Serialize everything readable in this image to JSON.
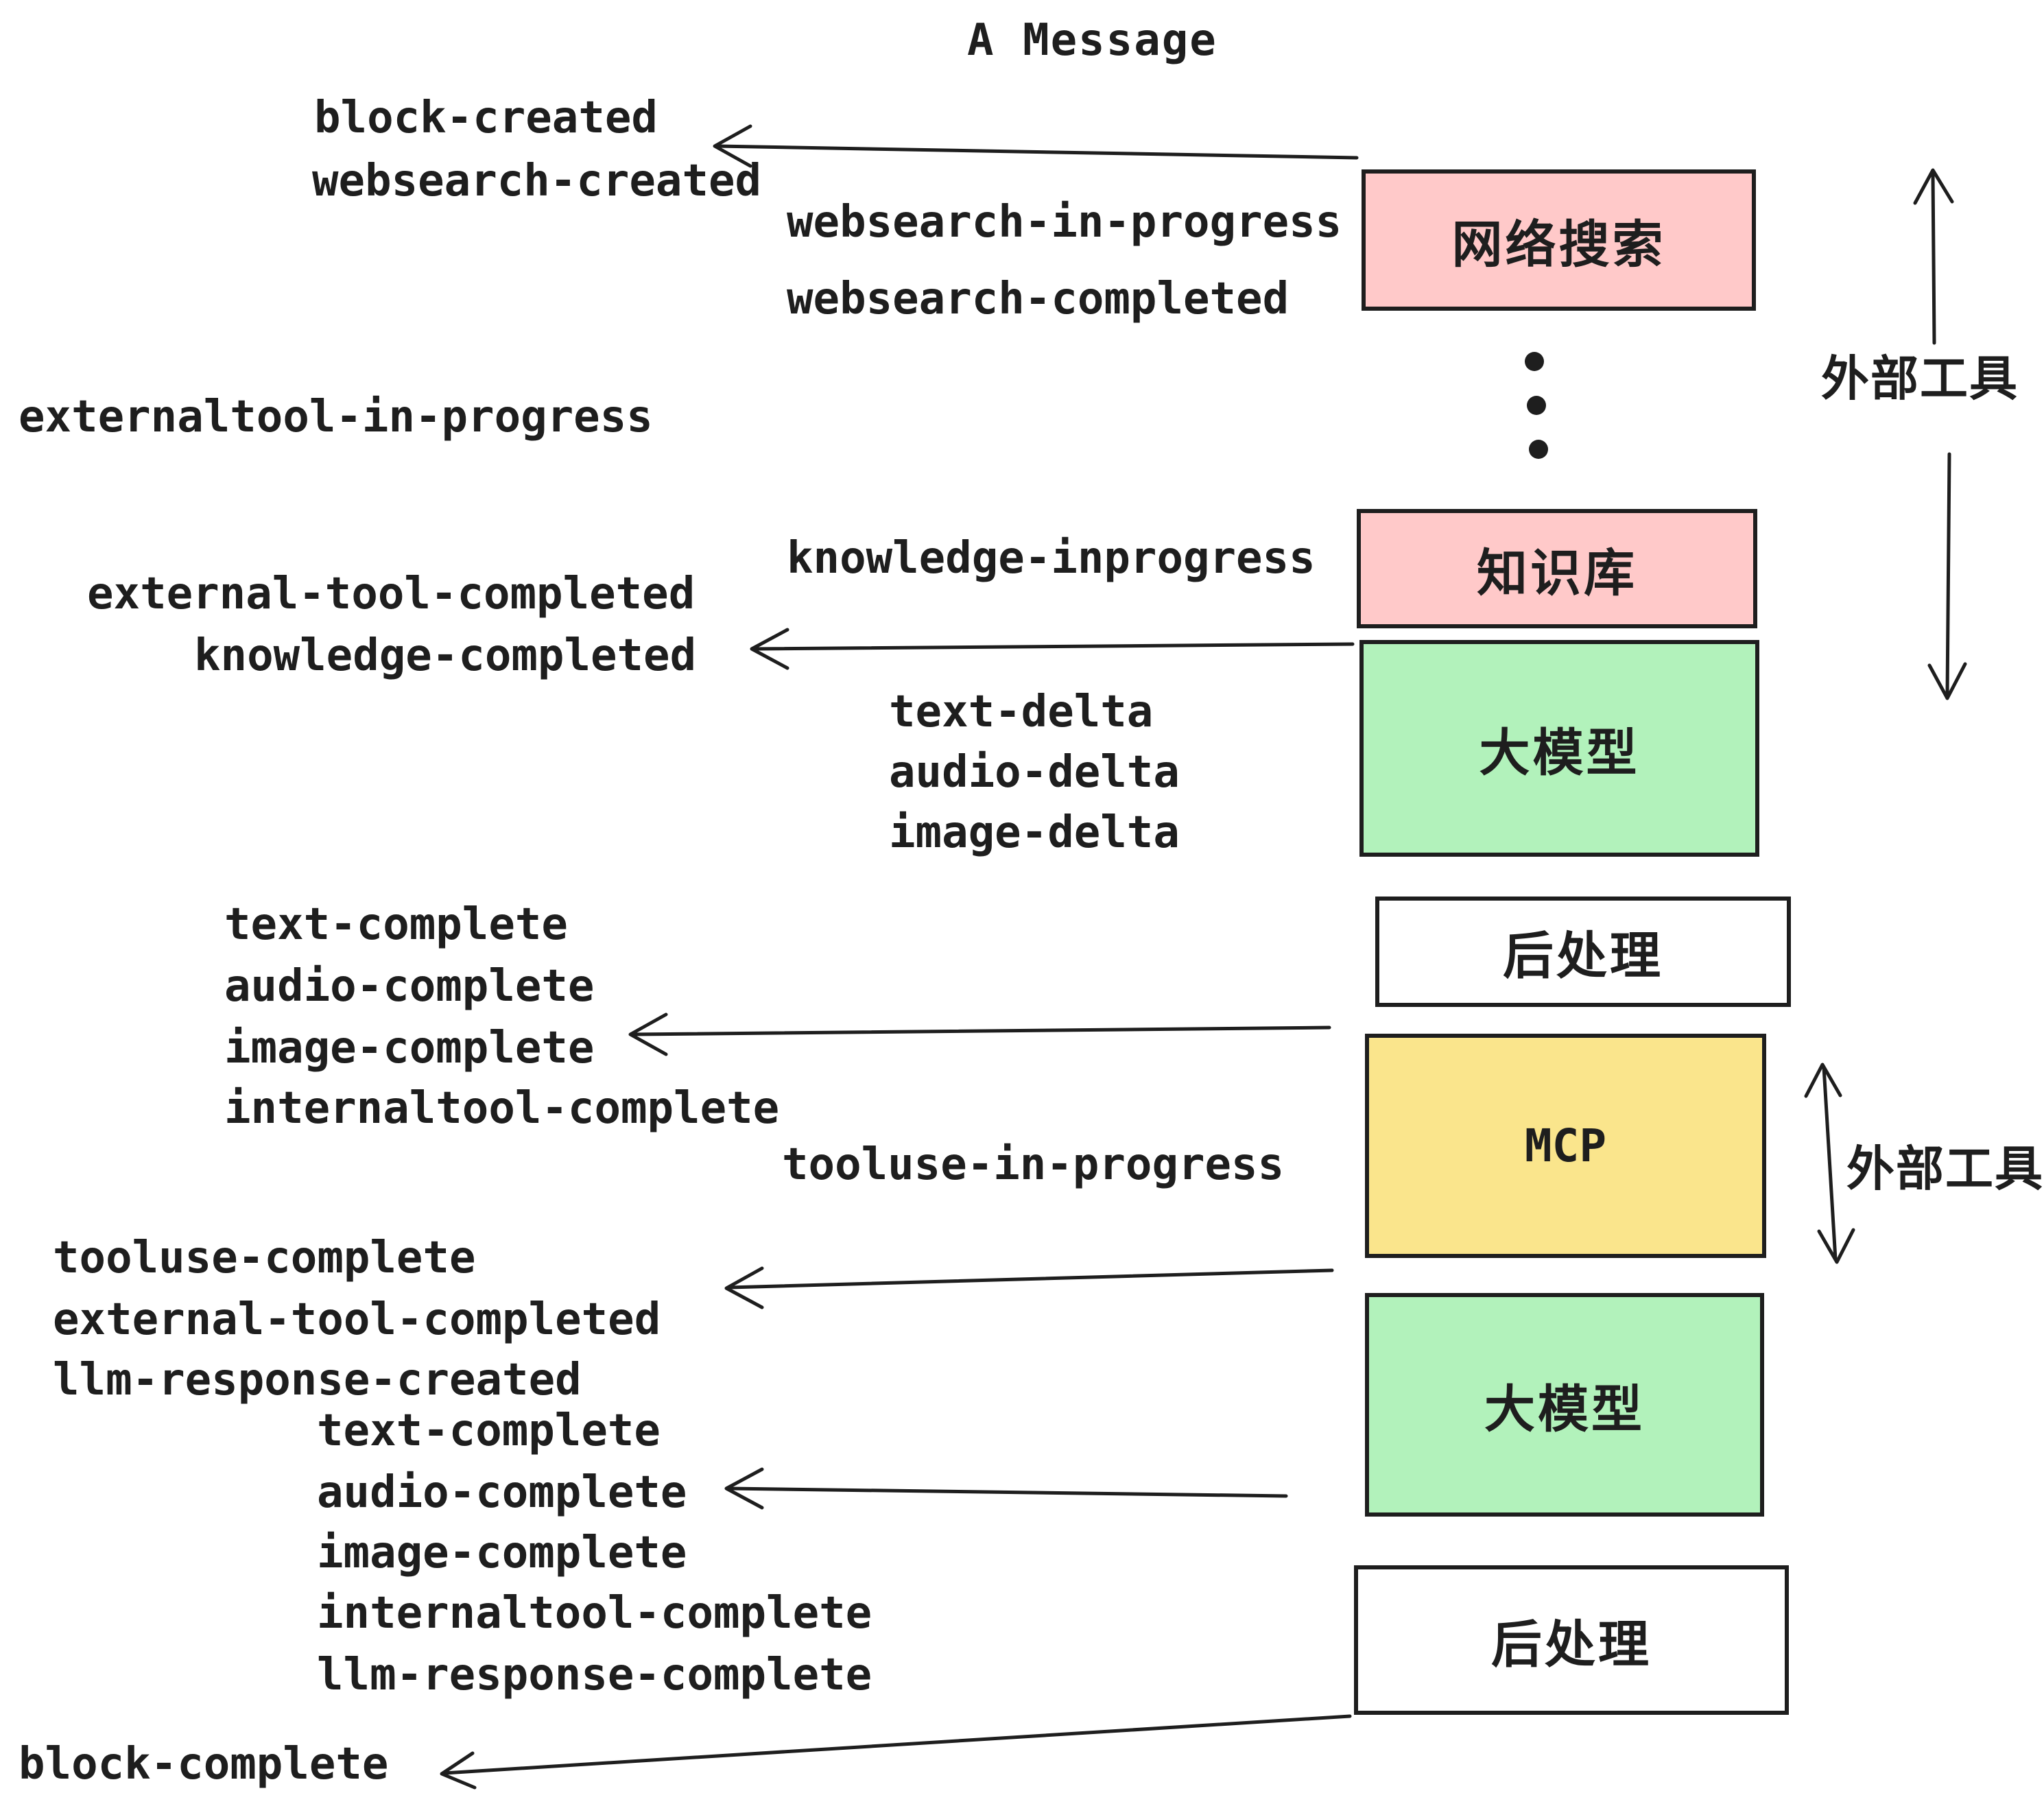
{
  "title": "A Message",
  "events": [
    "block-created",
    "websearch-created",
    "websearch-in-progress",
    "websearch-completed",
    "externaltool-in-progress",
    "knowledge-inprogress",
    "external-tool-completed",
    "knowledge-completed",
    "text-delta",
    "audio-delta",
    "image-delta",
    "text-complete",
    "audio-complete",
    "image-complete",
    "internaltool-complete",
    "tooluse-in-progress",
    "tooluse-complete",
    "external-tool-completed",
    "llm-response-created",
    "text-complete",
    "audio-complete",
    "image-complete",
    "internaltool-complete",
    "llm-response-complete",
    "block-complete"
  ],
  "boxes": {
    "websearch": {
      "label": "网络搜索",
      "fill": "#ffc9c9"
    },
    "knowledge": {
      "label": "知识库",
      "fill": "#ffc9c9"
    },
    "llm_top": {
      "label": "大模型",
      "fill": "#b2f2bb"
    },
    "post_top": {
      "label": "后处理",
      "fill": "#ffffff"
    },
    "mcp": {
      "label": "MCP",
      "fill": "#fae58c"
    },
    "llm_bottom": {
      "label": "大模型",
      "fill": "#b2f2bb"
    },
    "post_bottom": {
      "label": "后处理",
      "fill": "#ffffff"
    }
  },
  "annotations": {
    "external_tools_top": "外部工具",
    "external_tools_bottom": "外部工具"
  },
  "colors": {
    "ink": "#1e1e1e",
    "pink": "#ffc9c9",
    "green": "#b2f2bb",
    "yellow": "#fae58c",
    "white": "#ffffff"
  }
}
